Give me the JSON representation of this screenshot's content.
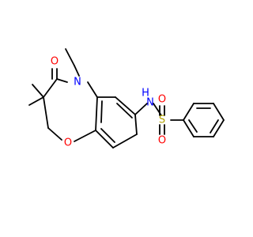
{
  "atoms": {
    "n_amide": {
      "symbol": "N",
      "color": "#0000ff"
    },
    "n_sulfonamide": {
      "symbol": "N",
      "h": "H",
      "color": "#0000ff"
    },
    "o_carbonyl": {
      "symbol": "O",
      "color": "#ff0000"
    },
    "o_ether": {
      "symbol": "O",
      "color": "#ff0000"
    },
    "s_sulfonyl": {
      "symbol": "S",
      "color": "#b2a200"
    },
    "o_sulfonyl_top": {
      "symbol": "O",
      "color": "#ff0000"
    },
    "o_sulfonyl_bottom": {
      "symbol": "O",
      "color": "#ff0000"
    }
  }
}
